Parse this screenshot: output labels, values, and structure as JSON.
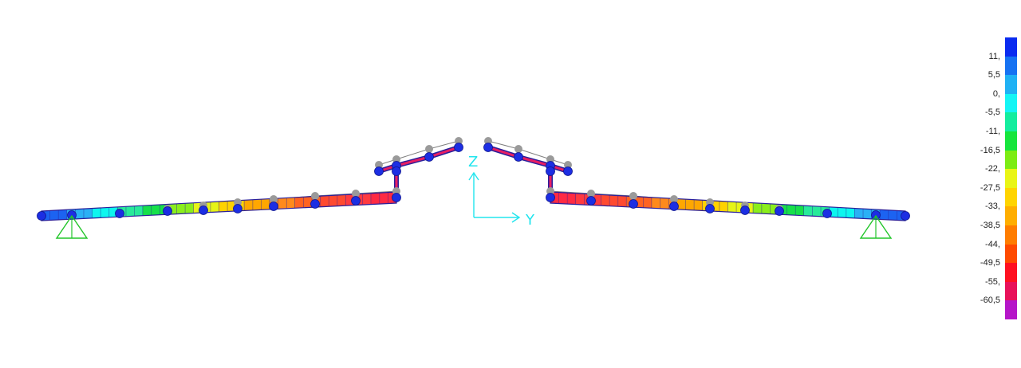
{
  "axes": {
    "z_label": "Z",
    "y_label": "Y"
  },
  "colors": {
    "axis": "#22e5ee",
    "support": "#22c52a",
    "node": "#1c2ee3",
    "node_original": "#9a9a9a",
    "outline": "#2a1f9a",
    "reference_line": "#808080",
    "core_bar": "#e81e63"
  },
  "legend": {
    "labels": [
      "11,",
      "5,5",
      "0,",
      "-5,5",
      "-11,",
      "-16,5",
      "-22,",
      "-27,5",
      "-33,",
      "-38,5",
      "-44,",
      "-49,5",
      "-55,",
      "-60,5"
    ],
    "swatches": [
      "#0a2bf0",
      "#1672f2",
      "#1fb1f4",
      "#14f5f5",
      "#14ed9e",
      "#16e53c",
      "#7cec14",
      "#e9f516",
      "#ffd400",
      "#ffae00",
      "#ff7d00",
      "#ff4a00",
      "#ff1020",
      "#e8115a",
      "#b516c8"
    ]
  },
  "structure": {
    "left_segment_colors": [
      "#1c63f1",
      "#2ab0f5",
      "#0df6ef",
      "#28ea9a",
      "#16e04a",
      "#8aee1c",
      "#e6f417",
      "#ffd200",
      "#ffa700",
      "#ff8a1c",
      "#ff6322",
      "#ff4a30",
      "#ff3a40",
      "#ff2a43"
    ],
    "right_segment_colors": [
      "#ff2a43",
      "#ff3a40",
      "#ff4a30",
      "#ff6322",
      "#ff8a1c",
      "#ffa700",
      "#ffd200",
      "#e6f417",
      "#8aee1c",
      "#16e04a",
      "#28ea9a",
      "#0df6ef",
      "#2ab0f5",
      "#1c63f1"
    ]
  }
}
